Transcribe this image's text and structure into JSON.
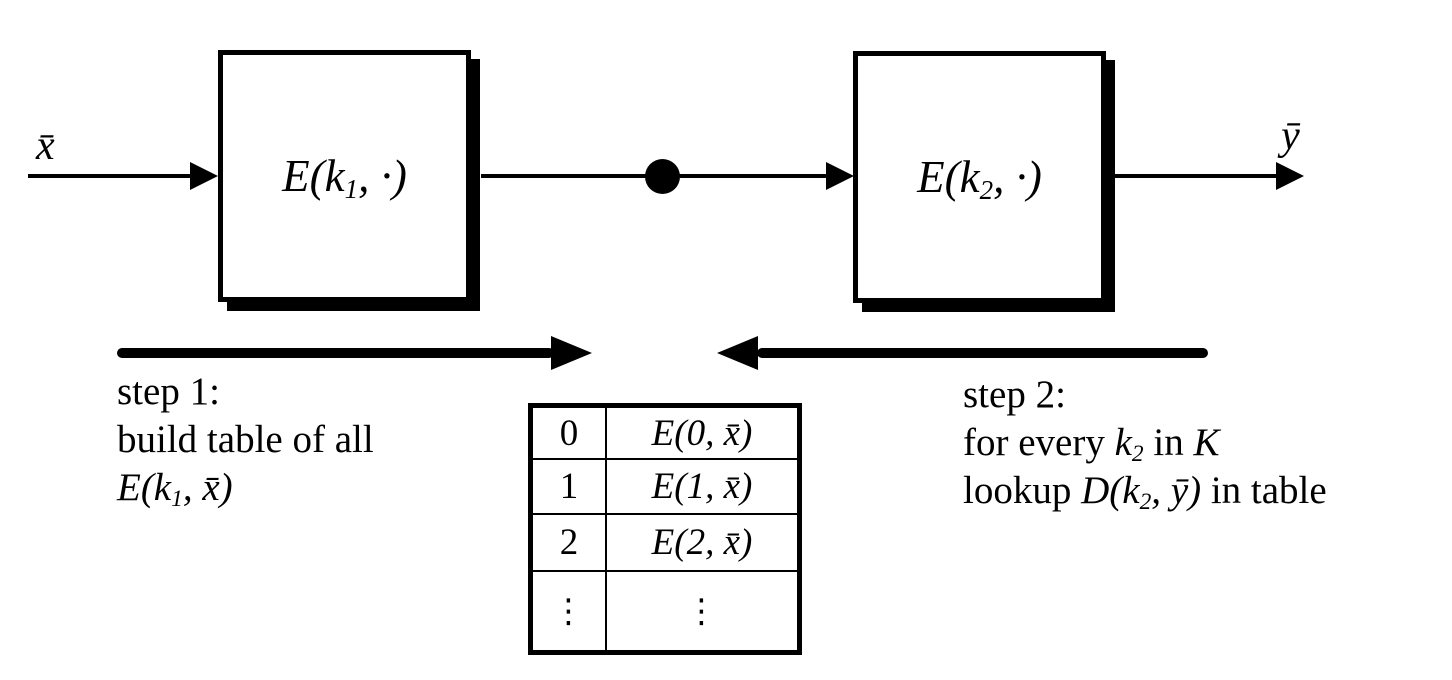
{
  "diagram": {
    "input_label": "x̄",
    "output_label": "ȳ",
    "box1": {
      "pre": "E(k",
      "sub": "1",
      "post": ", ·)"
    },
    "box2": {
      "pre": "E(k",
      "sub": "2",
      "post": ", ·)"
    },
    "step1": {
      "line1": "step 1:",
      "line2": "build table of all",
      "formula": {
        "pre": "E(k",
        "sub": "1",
        "post": ", x̄)"
      }
    },
    "step2": {
      "line1": "step 2:",
      "line2": {
        "word1": "for every ",
        "fpre": "k",
        "fsub": "2",
        "word2": " in ",
        "keyspace": "K"
      },
      "line3": {
        "word1": "lookup ",
        "fpre": "D(k",
        "fsub": "2",
        "fpost": ", ȳ)",
        "word2": " in table"
      }
    },
    "table": {
      "rows": [
        {
          "key": "0",
          "value": "E(0, x̄)"
        },
        {
          "key": "1",
          "value": "E(1, x̄)"
        },
        {
          "key": "2",
          "value": "E(2, x̄)"
        },
        {
          "key": "⋮",
          "value": "⋮"
        }
      ]
    },
    "colors": {
      "ink": "#000000",
      "background": "#ffffff"
    }
  }
}
